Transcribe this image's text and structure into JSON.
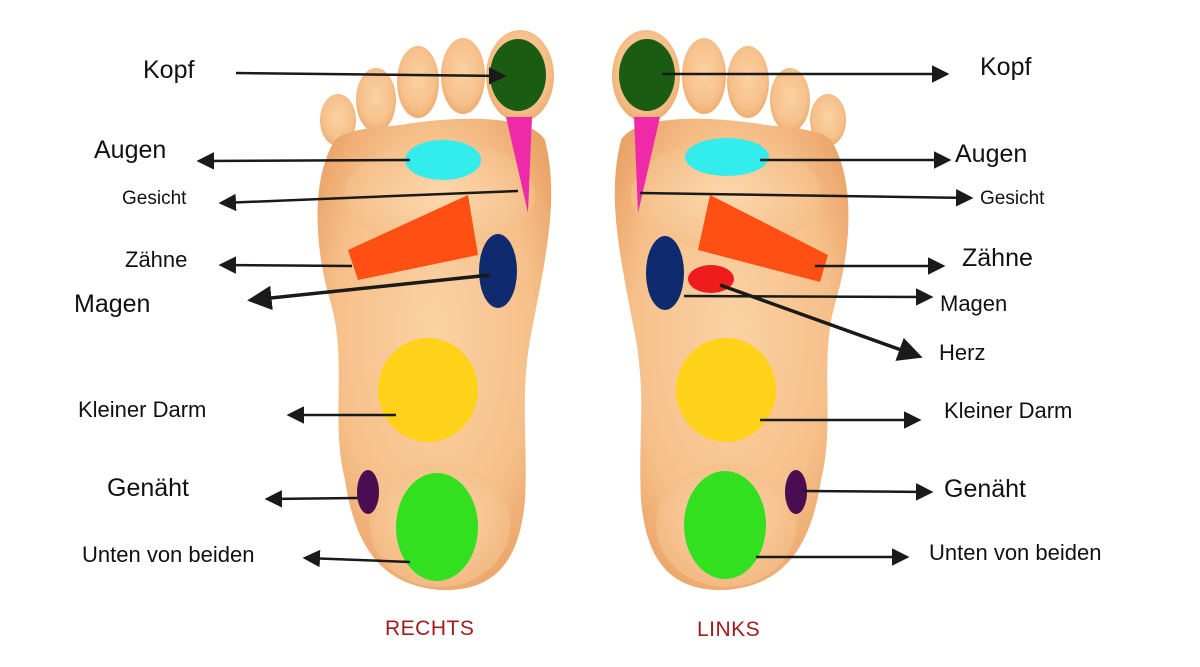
{
  "left_foot": {
    "title": "RECHTS",
    "labels": {
      "kopf": "Kopf",
      "augen": "Augen",
      "gesicht": "Gesicht",
      "zaehne": "Zähne",
      "magen": "Magen",
      "kleiner_darm": "Kleiner Darm",
      "genaeht": "Genäht",
      "unten": "Unten von beiden"
    }
  },
  "right_foot": {
    "title": "LINKS",
    "labels": {
      "kopf": "Kopf",
      "augen": "Augen",
      "gesicht": "Gesicht",
      "zaehne": "Zähne",
      "magen": "Magen",
      "herz": "Herz",
      "kleiner_darm": "Kleiner Darm",
      "genaeht": "Genäht",
      "unten": "Unten von beiden"
    }
  },
  "zone_colors": {
    "kopf": "#1a5c12",
    "augen": "#33ecec",
    "gesicht": "#ee2aa8",
    "zaehne": "#ff4f12",
    "magen": "#0f2a6e",
    "herz": "#ee1c1c",
    "kleiner_darm": "#ffd21a",
    "genaeht": "#4a0d52",
    "unten": "#33e020"
  }
}
